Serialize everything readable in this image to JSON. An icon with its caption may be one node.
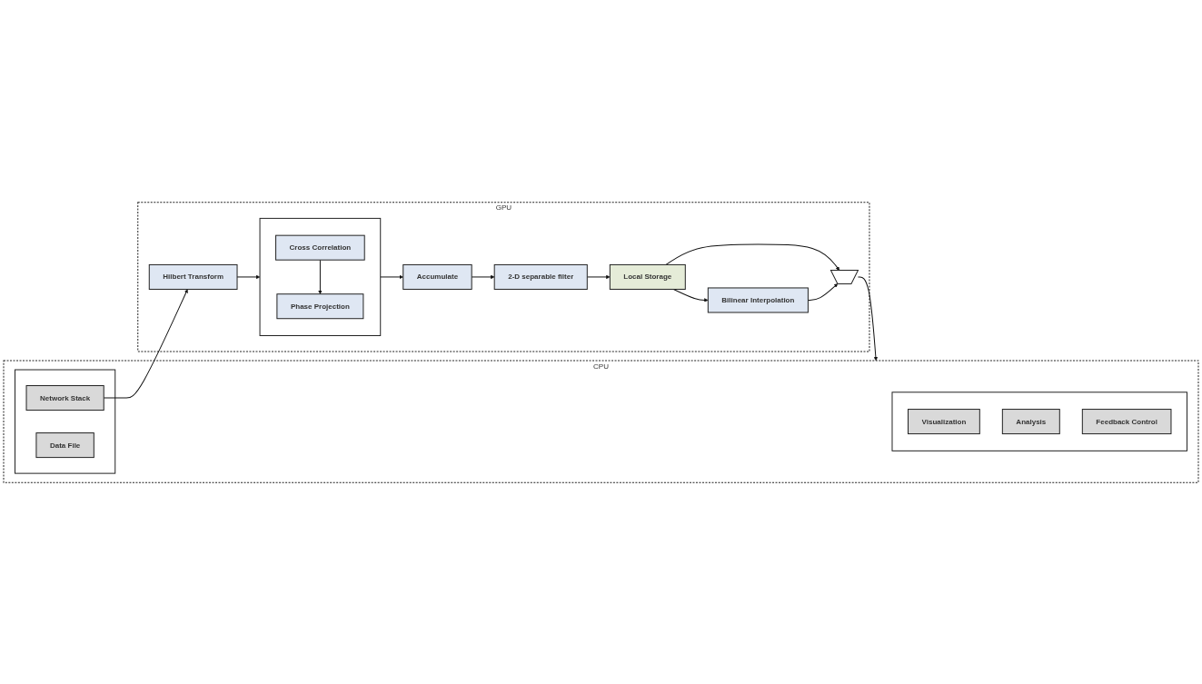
{
  "diagram": {
    "nodes": [
      {
        "text": [
          "CPU"
        ]
      },
      {
        "text": [],
        "shape": "box",
        "in": 0
      },
      {
        "text": [
          "Network Stack"
        ],
        "in": 1
      },
      {
        "text": [
          "Data File"
        ],
        "in": 1
      },
      {
        "text": [],
        "shape": "box",
        "in": 0
      },
      {
        "text": [
          "Visualization"
        ],
        "in": 4
      },
      {
        "text": [
          "Analysis"
        ],
        "in": 4
      },
      {
        "text": [
          "Feedback Control"
        ],
        "in": 4
      },
      {
        "text": [
          "GPU"
        ]
      },
      {
        "text": [
          "Hilbert Transform"
        ],
        "in": 8
      },
      {
        "text": [],
        "shape": "box",
        "in": 8
      },
      {
        "text": [
          "Cross Correlation"
        ],
        "in": 10
      },
      {
        "text": [
          "Phase Projection"
        ],
        "in": 10
      },
      {
        "text": [
          "Accumulate"
        ],
        "in": 8
      },
      {
        "text": [
          "Local Storage"
        ],
        "in": 8
      },
      {
        "text": [
          "Bilinear Interpolation"
        ],
        "in": 8
      },
      {
        "text": [
          "2-D separable filter"
        ],
        "in": 8
      },
      {
        "text": [],
        "shape": "trapezoid",
        "in": 8
      }
    ],
    "edges": [
      {
        "from": 2,
        "to": 9,
        "arrow": "to"
      },
      {
        "from": 9,
        "to": 10,
        "arrow": "to"
      },
      {
        "from": 11,
        "to": 12,
        "arrow": "to"
      },
      {
        "from": 10,
        "to": 13,
        "arrow": "to"
      },
      {
        "from": 13,
        "to": 16,
        "arrow": "to"
      },
      {
        "from": 16,
        "to": 14,
        "arrow": "to"
      },
      {
        "from": 14,
        "to": 15,
        "arrow": "to"
      },
      {
        "from": 14,
        "to": 17,
        "arrow": "to"
      },
      {
        "from": 15,
        "to": 17,
        "arrow": "to"
      },
      {
        "from": 17,
        "to": 0,
        "arrow": "to"
      }
    ]
  }
}
